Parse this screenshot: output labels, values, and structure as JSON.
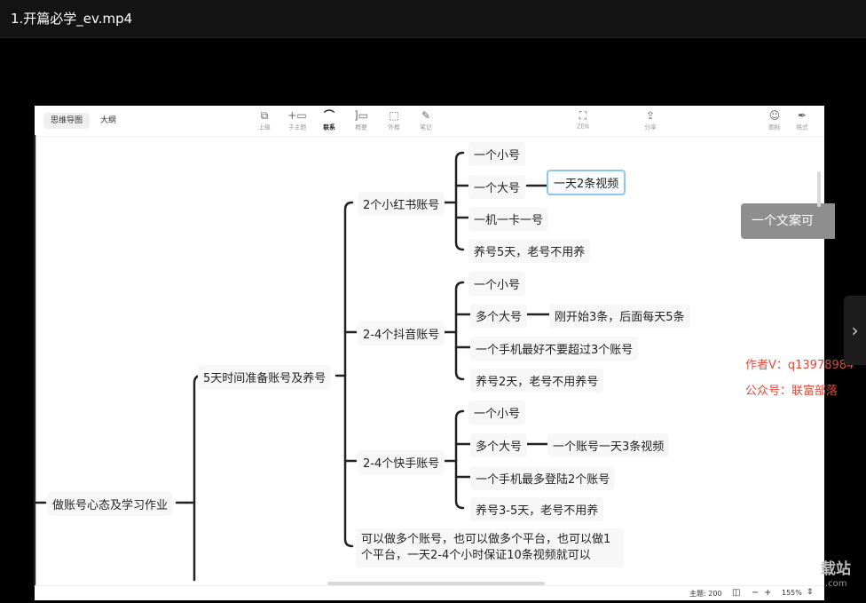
{
  "window": {
    "title": "1.开篇必学_ev.mp4"
  },
  "toolbar": {
    "tabs": [
      "思维导图",
      "大纲"
    ],
    "tools": [
      {
        "icon": "insert-sibling-icon",
        "label": "上级"
      },
      {
        "icon": "insert-child-icon",
        "label": "子主题"
      },
      {
        "icon": "relation-icon",
        "label": "联系"
      },
      {
        "icon": "summary-icon",
        "label": "概要"
      },
      {
        "icon": "boundary-icon",
        "label": "外框"
      },
      {
        "icon": "note-icon",
        "label": "笔记"
      }
    ],
    "zen_label": "ZEN",
    "share_label": "分享",
    "icon_label": "图标",
    "style_label": "格式"
  },
  "mindmap": {
    "root": "做账号心态及学习作业",
    "level1": "5天时间准备账号及养号",
    "branches": [
      {
        "label": "2个小红书账号",
        "items": [
          "一个小号",
          "一个大号",
          "一机一卡一号",
          "养号5天，老号不用养"
        ],
        "detail": "一天2条视频"
      },
      {
        "label": "2-4个抖音账号",
        "items": [
          "一个小号",
          "多个大号",
          "一个手机最好不要超过3个账号",
          "养号2天，老号不用养号"
        ],
        "detail": "刚开始3条，后面每天5条"
      },
      {
        "label": "2-4个快手账号",
        "items": [
          "一个小号",
          "多个大号",
          "一个手机最多登陆2个账号",
          "养号3-5天，老号不用养"
        ],
        "detail": "一个账号一天3条视频"
      }
    ],
    "note": "可以做多个账号，也可以做多个平台，也可以做1个平台，一天2-4个小时保证10条视频就可以"
  },
  "overlay": {
    "float_text": "一个文案可",
    "author": "作者V：q13978984",
    "account": "公众号：联富部落"
  },
  "status": {
    "topics": "主题: 200",
    "zoom": "155%"
  },
  "site": {
    "mark": "载站",
    "sub": ".com"
  }
}
